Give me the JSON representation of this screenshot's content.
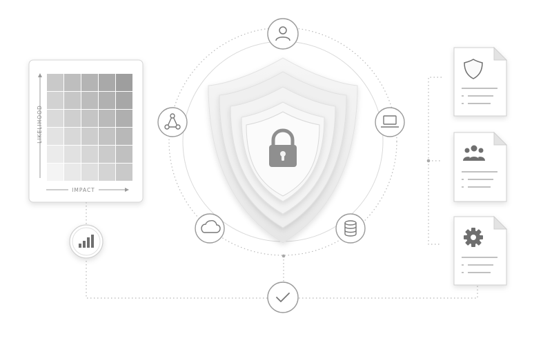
{
  "risk_matrix": {
    "y_axis_label": "LIKELIHOOD",
    "x_axis_label": "IMPACT",
    "rows": 6,
    "cols": 5
  },
  "icons": {
    "top": "user-icon",
    "upper_left": "network-nodes-icon",
    "upper_right": "laptop-icon",
    "lower_left": "cloud-icon",
    "lower_right": "database-icon",
    "bottom": "checkmark-icon",
    "analytics": "bar-chart-icon",
    "center": "padlock-icon"
  },
  "documents": [
    {
      "icon": "shield-icon"
    },
    {
      "icon": "users-group-icon"
    },
    {
      "icon": "gear-icon"
    }
  ],
  "colors": {
    "stroke": "#9a9a9a",
    "dotted": "#b5b5b5",
    "lock": "#8f8f8f",
    "matrix_high": "#9e9e9e",
    "matrix_low": "#f4f4f4"
  }
}
